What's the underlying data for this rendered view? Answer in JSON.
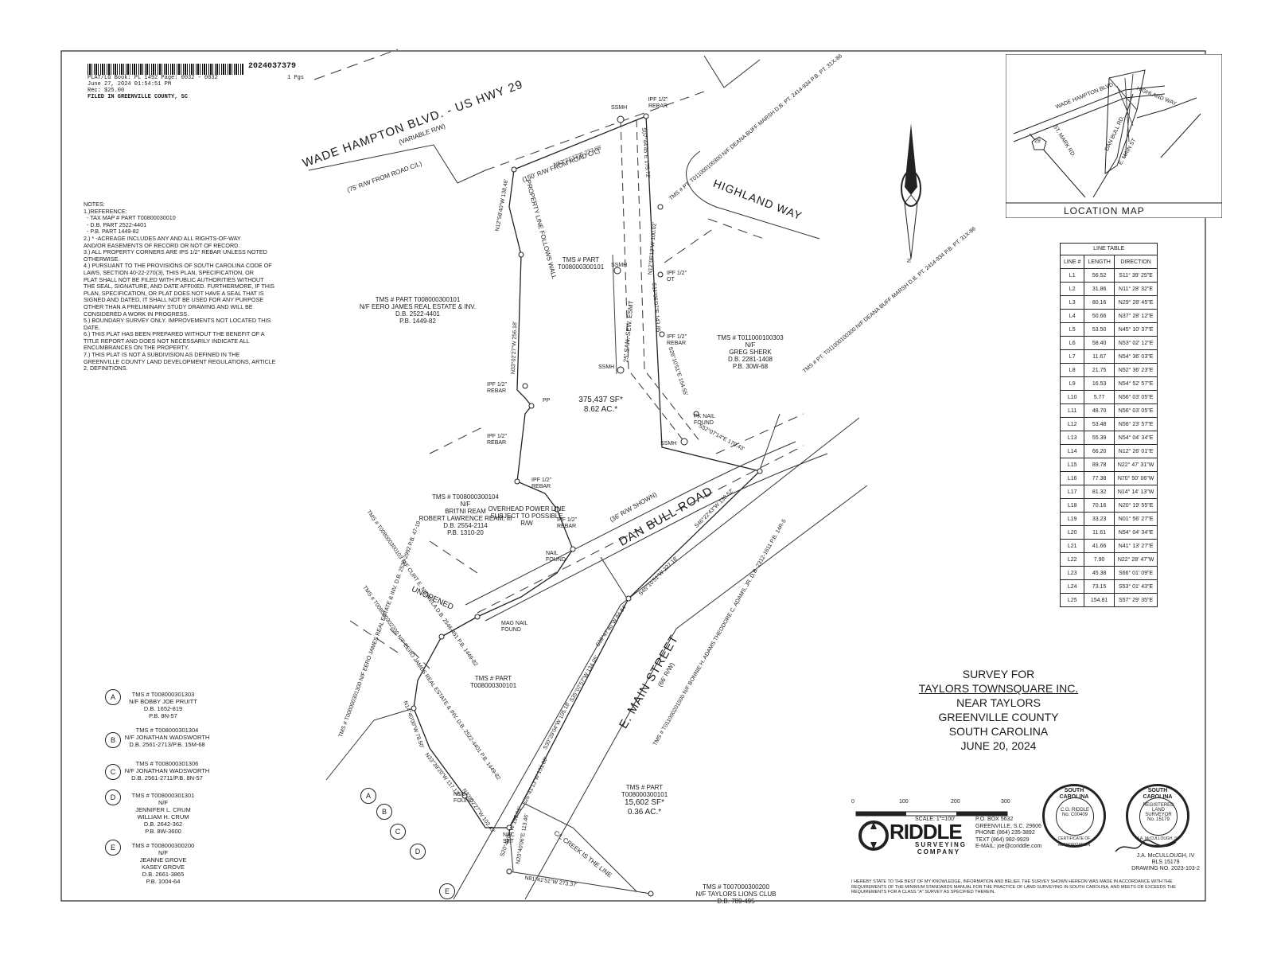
{
  "recording": {
    "doc_number": "2024037379",
    "line1": "PLAT/LG  Book: PL 1492 Page: 0032 - 0032",
    "pages": "1 Pgs",
    "line2": "June 27, 2024  01:54:51 PM",
    "line3": "Rec: $25.00",
    "line4": "FILED IN GREENVILLE COUNTY, SC"
  },
  "notes": {
    "heading": "NOTES:",
    "body": "1.)REFERENCE:\n  - TAX MAP # PART T00800030010\n  - D.B. PART 2522-4401\n  - P.B. PART 1449-82\n2.) * -ACREAGE INCLUDES ANY AND ALL RIGHTS-OF-WAY\nAND/OR EASEMENTS OF RECORD OR NOT OF RECORD.\n3.) ALL PROPERTY CORNERS ARE IPS 1/2\" REBAR UNLESS NOTED\nOTHERWISE.\n4.) PURSUANT TO THE PROVISIONS OF SOUTH CAROLINA CODE OF\nLAWS, SECTION 40-22-270(3), THIS PLAN, SPECIFICATION, OR\nPLAT SHALL NOT BE FILED WITH PUBLIC AUTHORITIES WITHOUT\nTHE SEAL, SIGNATURE, AND DATE AFFIXED. FURTHERMORE, IF THIS\nPLAN, SPECIFICATION, OR PLAT DOES NOT HAVE A SEAL THAT IS\nSIGNED AND DATED, IT SHALL NOT BE USED FOR ANY PURPOSE\nOTHER THAN A PRELIMINARY STUDY DRAWING AND WILL BE\nCONSIDERED A WORK IN PROGRESS.\n5.) BOUNDARY SURVEY ONLY. IMPROVEMENTS NOT LOCATED THIS\nDATE.\n6.) THIS PLAT HAS BEEN PREPARED WITHOUT THE BENEFIT OF A\nTITLE REPORT AND DOES NOT NECESSARILY INDICATE ALL\nENCUMBRANCES ON THE PROPERTY.\n7.) THIS PLAT IS NOT A SUBDIVISION AS DEFINED IN THE\nGREENVILLE COUNTY LAND DEVELOPMENT REGULATIONS, ARTICLE\n2, DEFINITIONS."
  },
  "roads": {
    "wade_hampton": "WADE HAMPTON BLVD. - US HWY 29",
    "wade_rw": "(VARIABLE R/W)",
    "rw75": "(75' R/W FROM ROAD C/L)",
    "rw150": "(150' R/W FROM ROAD C/L)",
    "highland": "HIGHLAND WAY",
    "dan_bull": "DAN BULL ROAD",
    "dan_rw": "(36' R/W SHOWN)",
    "unopened": "UNOPENED",
    "main": "E. MAIN STREET",
    "main_rw": "(66' R/W)",
    "creek": "C/L CREEK IS THE LINE",
    "property_line": "PROPERTY LINE FOLLOWS WALL",
    "san_sewer": "25' SAN. SEW. ESMT",
    "overhead": "OVERHEAD POWER LINE SUBJECT TO POSSIBLE R/W"
  },
  "bearings": {
    "b1": "N67°31'13\"E  277.66'",
    "b2": "N12°58'40\"W 138.46'",
    "b3": "N33°02'27\"W  256.18'",
    "b4": "S07°44'45\"E  175.72'",
    "b5": "N12°06'13\"W  100.02'",
    "b6": "S11°06'07\"E  143.85'",
    "b7": "S26°10'51\"E  154.55'",
    "b8": "S52°07'14\"E  170.43'",
    "b9": "S46°22'43\"W  138.52'",
    "b10": "S45°10'51\"W  227.18'",
    "b11": "S39°47'40\"W  84.84'",
    "b12": "S35°07'57\"W  134.05'",
    "b13": "S30°29'04\"W  105.18'",
    "b14": "S26°41'13\"W  151.80'",
    "b15": "S20°40'06\"W  135.61'",
    "b16": "N20°40'06\"E  113.46'",
    "b17": "N81°41'51\"W  273.37'",
    "b18": "N33°02'27\"W  102.43'",
    "b19": "N33°39'20\"W  117.13'",
    "b20": "N14°40'00\"W  78.50'"
  },
  "points": {
    "ipf_rebar": "IPF 1/2\" REBAR",
    "ipf_ot": "IPF 1/2\" OT",
    "ssmh": "SSMH",
    "pp": "PP",
    "pk_nail": "PK NAIL FOUND",
    "nail_found": "NAIL FOUND",
    "mag_nail": "MAG NAIL FOUND",
    "nc_found": "N&C FOUND",
    "nc_set": "N&C SET"
  },
  "parcels": {
    "main_tms": "TMS # PART T008000300101",
    "main_area": "375,437 SF*",
    "main_ac": "8.62 AC.*",
    "south_tms": "TMS # PART T008000300101",
    "south_area": "15,602 SF*",
    "south_ac": "0.36 AC.*",
    "left_tms": "TMS # PART T008000300101",
    "left_owner": "N/F EERO JAMES REAL ESTATE & INV.",
    "left_db": "D.B. 2522-4401",
    "left_pb": "P.B. 1449-82",
    "mid_tms": "TMS # PART T008000300101",
    "ream_tms": "TMS # T008000300104",
    "ream_nf": "N/F",
    "ream1": "BRITNI REAM",
    "ream2": "ROBERT LAWRENCE REAM, III",
    "ream_db": "D.B. 2554-2114",
    "ream_pb": "P.B. 1310-20",
    "marsh1": "TMS # PT. T011000100300 N/F DEANA BUFF MARSH D.B. PT. 2414-934 P.B. PT. 31X-86",
    "sherk_tms": "TMS # T011000100303",
    "sherk_nf": "N/F",
    "sherk_name": "GREG SHERK",
    "sherk_db": "D.B. 2281-1408",
    "sherk_pb": "P.B. 30W-68",
    "marsh2": "TMS # PT. T011000100300 N/F DEANA BUFF MARSH D.B. PT. 2414-934 P.B. PT. 31X-86",
    "niemela": "TMS # T008000300103 N/F CURT E. NIEMELA D.B. 2546-451 P.B. 1449-82",
    "eero2": "TMS # T008000302200 N/F EERO JAMES REAL ESTATE & INV. D.B. 2522-4401 P.B. 1449-82",
    "eero3": "TMS # T008000301300 N/F EERO JAMES REAL ESTATE & INV. D.B. 2526-2992 P.B. 47-19",
    "adams": "TMS # T011000201500 N/F BONNIE H. ADAMS THEODORE C. ADAMS, JR. D.B. 2312-1611 P.B. 14R-5",
    "lions_tms": "TMS # T007000300200",
    "lions_owner": "N/F TAYLORS LIONS CLUB",
    "lions_db": "D.B. 789-495"
  },
  "legend": [
    {
      "key": "A",
      "lines": [
        "TMS # T008000301303",
        "N/F BOBBY JOE PRUITT",
        "D.B. 1652-819",
        "P.B. 8N-57"
      ]
    },
    {
      "key": "B",
      "lines": [
        "TMS # T008000301304",
        "N/F JONATHAN WADSWORTH",
        "D.B. 2561-2713/P.B. 15M-68"
      ]
    },
    {
      "key": "C",
      "lines": [
        "TMS # T008000301306",
        "N/F JONATHAN WADSWORTH",
        "D.B. 2561-2711/P.B. 8N-57"
      ]
    },
    {
      "key": "D",
      "lines": [
        "TMS # T008000301301",
        "N/F",
        "JENNIFER L. CRUM",
        "WILLIAM H. CRUM",
        "D.B. 2642-362",
        "P.B. 8W-3600"
      ]
    },
    {
      "key": "E",
      "lines": [
        "TMS # T008000300200",
        "N/F",
        "JEANNE GROVE",
        "KASEY GROVE",
        "D.B. 2661-3865",
        "P.B. 1004-64"
      ]
    }
  ],
  "line_table": {
    "title": "LINE TABLE",
    "headers": [
      "LINE #",
      "LENGTH",
      "DIRECTION"
    ],
    "rows": [
      [
        "L1",
        "56.52",
        "S11° 39' 25\"E"
      ],
      [
        "L2",
        "31.86",
        "N11° 28' 32\"E"
      ],
      [
        "L3",
        "80.16",
        "N29° 28' 45\"E"
      ],
      [
        "L4",
        "50.66",
        "N37° 28' 12\"E"
      ],
      [
        "L5",
        "53.50",
        "N45° 10' 37\"E"
      ],
      [
        "L6",
        "58.40",
        "N53° 02' 12\"E"
      ],
      [
        "L7",
        "11.67",
        "N54° 36' 03\"E"
      ],
      [
        "L8",
        "21.75",
        "N52° 36' 23\"E"
      ],
      [
        "L9",
        "16.53",
        "N54° 52' 57\"E"
      ],
      [
        "L10",
        "5.77",
        "N56° 03' 05\"E"
      ],
      [
        "L11",
        "48.70",
        "N56° 03' 05\"E"
      ],
      [
        "L12",
        "53.48",
        "N56° 23' 57\"E"
      ],
      [
        "L13",
        "55.39",
        "N54° 04' 34\"E"
      ],
      [
        "L14",
        "66.20",
        "N12° 26' 01\"E"
      ],
      [
        "L15",
        "89.78",
        "N22° 47' 31\"W"
      ],
      [
        "L16",
        "77.38",
        "N70° 50' 06\"W"
      ],
      [
        "L17",
        "81.32",
        "N14° 14' 13\"W"
      ],
      [
        "L18",
        "70.16",
        "N20° 19' 55\"E"
      ],
      [
        "L19",
        "33.23",
        "N01° 56' 27\"E"
      ],
      [
        "L20",
        "11.61",
        "N54° 04' 34\"E"
      ],
      [
        "L21",
        "41.66",
        "N41° 13' 27\"E"
      ],
      [
        "L22",
        "7.90",
        "N22° 28' 47\"W"
      ],
      [
        "L23",
        "45.38",
        "S66° 01' 09\"E"
      ],
      [
        "L24",
        "73.15",
        "S53° 01' 43\"E"
      ],
      [
        "L25",
        "154.81",
        "S57° 29' 35\"E"
      ]
    ]
  },
  "location_map": {
    "label": "LOCATION MAP",
    "wade": "WADE HAMPTON BLVD.",
    "highland": "HIGHLAND WAY",
    "st_mark": "ST. MARK RD.",
    "dan_bull": "DAN BULL RD.",
    "main_st": "E. MAIN ST",
    "route": "29"
  },
  "north": "N",
  "title": {
    "line1": "SURVEY FOR",
    "line2": "TAYLORS TOWNSQUARE INC.",
    "line3": "NEAR TAYLORS",
    "line4": "GREENVILLE COUNTY",
    "line5": "SOUTH CAROLINA",
    "line6": "JUNE 20, 2024"
  },
  "scale": {
    "labels": [
      "0",
      "100",
      "200",
      "300"
    ],
    "text": "SCALE: 1\"=100'"
  },
  "company": {
    "name": "RIDDLE",
    "sub": "SURVEYING COMPANY",
    "contact": "P.O. BOX 5632\nGREENVILLE, S.C. 29606\nPHONE (864) 235-3892\nTEXT (864) 982-9929\nE-MAIL: joe@coriddle.com"
  },
  "seal1": {
    "top": "SOUTH CAROLINA",
    "name": "C.O. RIDDLE",
    "no": "No. C00409",
    "bottom": "CERTIFICATE OF AUTHORIZATION"
  },
  "seal2": {
    "top": "SOUTH CAROLINA",
    "reg": "REGISTERED",
    "mid": "LAND SURVEYOR",
    "no": "No. 15179",
    "name": "J.A. McCULLOUGH, IV"
  },
  "surveyor": {
    "name": "J.A. McCULLOUGH, IV",
    "rls": "RLS 15179",
    "drawing": "DRAWING NO. 2023-103-2"
  },
  "certification": "I HEREBY STATE TO THE BEST OF MY KNOWLEDGE, INFORMATION AND BELIEF, THE SURVEY SHOWN HEREON WAS MADE IN ACCORDANCE WITH THE REQUIREMENTS OF THE MINIMUM STANDARDS MANUAL FOR THE PRACTICE OF LAND SURVEYING IN SOUTH CAROLINA, AND MEETS OR EXCEEDS THE REQUIREMENTS FOR A CLASS \"A\" SURVEY AS SPECIFIED THEREIN."
}
